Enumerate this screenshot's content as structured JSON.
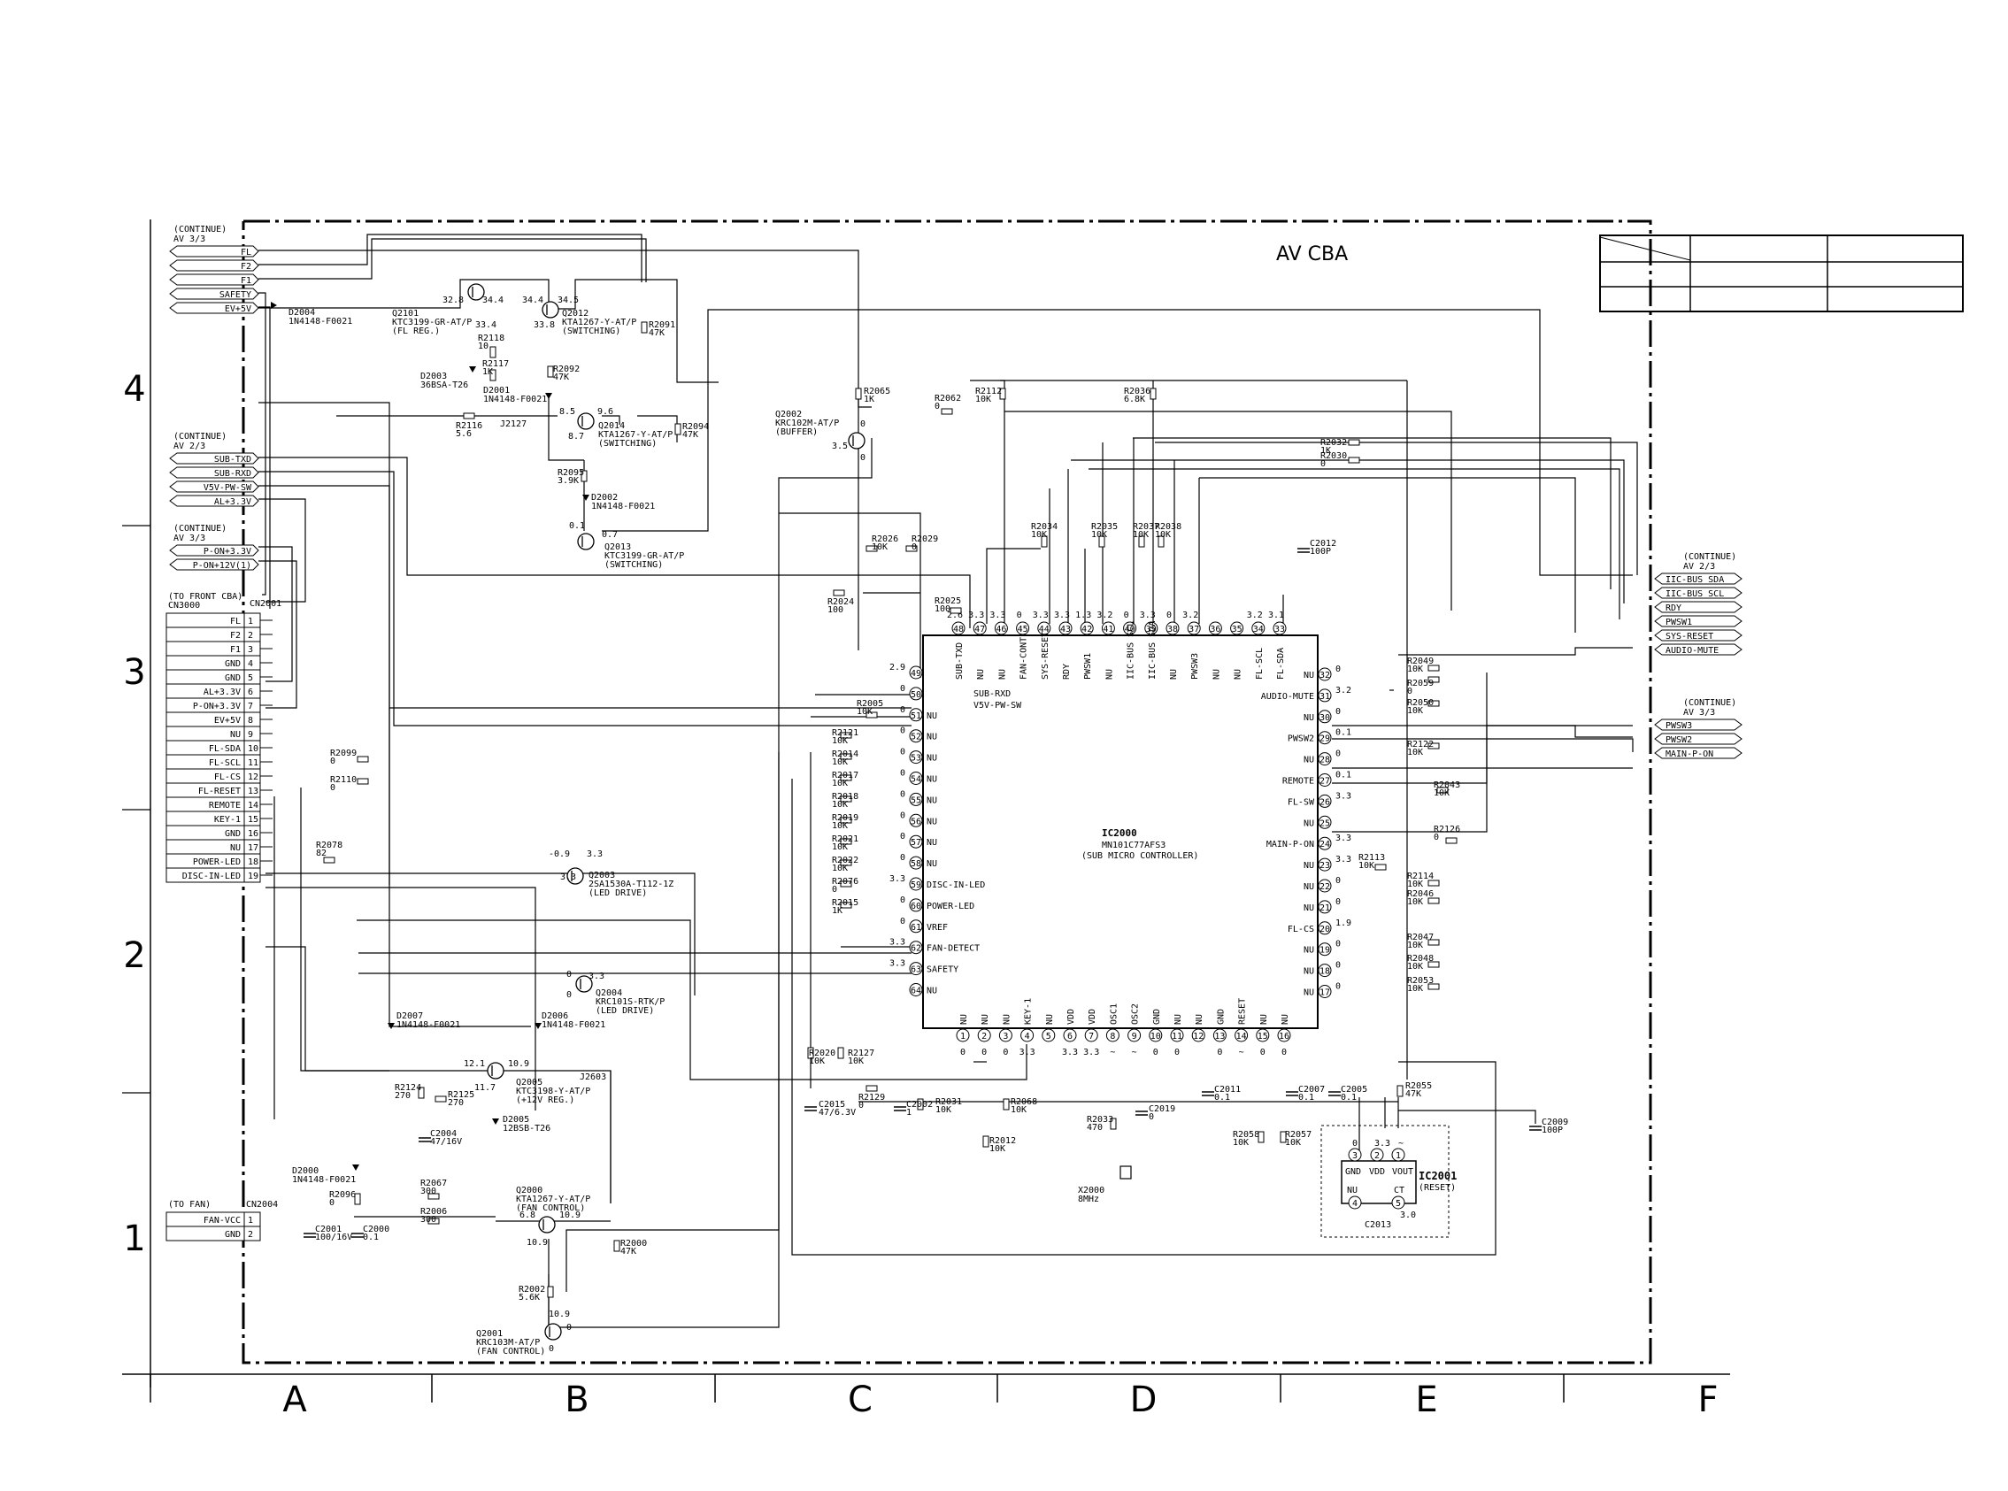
{
  "board_title": "AV CBA",
  "zone_letters": [
    "A",
    "B",
    "C",
    "D",
    "E",
    "F"
  ],
  "zone_numbers": [
    "4",
    "3",
    "2",
    "1"
  ],
  "left_connectors": [
    {
      "heading": [
        "(CONTINUE)",
        "AV 3/3"
      ],
      "signals": [
        "FL",
        "F2",
        "F1",
        "SAFETY",
        "EV+5V"
      ]
    },
    {
      "heading": [
        "(CONTINUE)",
        "AV 2/3"
      ],
      "signals": [
        "SUB-TXD",
        "SUB-RXD",
        "V5V-PW-SW",
        "AL+3.3V"
      ]
    },
    {
      "heading": [
        "(CONTINUE)",
        "AV 3/3"
      ],
      "signals": [
        "P-ON+3.3V",
        "P-ON+12V(1)"
      ]
    }
  ],
  "right_connectors": [
    {
      "heading": [
        "(CONTINUE)",
        "AV 2/3"
      ],
      "signals": [
        "IIC-BUS SDA",
        "IIC-BUS SCL",
        "RDY",
        "PWSW1",
        "SYS-RESET",
        "AUDIO-MUTE"
      ]
    },
    {
      "heading": [
        "(CONTINUE)",
        "AV 3/3"
      ],
      "signals": [
        "PWSW3",
        "PWSW2",
        "MAIN-P-ON"
      ]
    }
  ],
  "front_connector": {
    "heading": [
      "(TO FRONT CBA)",
      "CN3000"
    ],
    "ref": "CN2001",
    "rows": [
      {
        "name": "FL",
        "pin": "1"
      },
      {
        "name": "F2",
        "pin": "2"
      },
      {
        "name": "F1",
        "pin": "3"
      },
      {
        "name": "GND",
        "pin": "4"
      },
      {
        "name": "GND",
        "pin": "5"
      },
      {
        "name": "AL+3.3V",
        "pin": "6"
      },
      {
        "name": "P-ON+3.3V",
        "pin": "7"
      },
      {
        "name": "EV+5V",
        "pin": "8"
      },
      {
        "name": "NU",
        "pin": "9"
      },
      {
        "name": "FL-SDA",
        "pin": "10"
      },
      {
        "name": "FL-SCL",
        "pin": "11"
      },
      {
        "name": "FL-CS",
        "pin": "12"
      },
      {
        "name": "FL-RESET",
        "pin": "13"
      },
      {
        "name": "REMOTE",
        "pin": "14"
      },
      {
        "name": "KEY-1",
        "pin": "15"
      },
      {
        "name": "GND",
        "pin": "16"
      },
      {
        "name": "NU",
        "pin": "17"
      },
      {
        "name": "POWER-LED",
        "pin": "18"
      },
      {
        "name": "DISC-IN-LED",
        "pin": "19"
      }
    ]
  },
  "fan_connector": {
    "heading": "(TO FAN)",
    "ref": "CN2004",
    "rows": [
      {
        "name": "FAN-VCC",
        "pin": "1"
      },
      {
        "name": "GND",
        "pin": "2"
      }
    ]
  },
  "ic2000": {
    "ref": "IC2000",
    "part": "MN101C77AFS3",
    "desc": "(SUB MICRO CONTROLLER)",
    "top_pins": [
      {
        "pin": "48",
        "label": "SUB-TXD",
        "v": "2.6"
      },
      {
        "pin": "47",
        "label": "NU",
        "v": "3.3"
      },
      {
        "pin": "46",
        "label": "NU",
        "v": "3.3"
      },
      {
        "pin": "45",
        "label": "FAN-CONT",
        "v": "0"
      },
      {
        "pin": "44",
        "label": "SYS-RESET",
        "v": "3.3"
      },
      {
        "pin": "43",
        "label": "RDY",
        "v": "3.3"
      },
      {
        "pin": "42",
        "label": "PWSW1",
        "v": "1.3"
      },
      {
        "pin": "41",
        "label": "NU",
        "v": "3.2"
      },
      {
        "pin": "40",
        "label": "IIC-BUS SCL",
        "v": "0"
      },
      {
        "pin": "39",
        "label": "IIC-BUS SDA",
        "v": "3.3"
      },
      {
        "pin": "38",
        "label": "NU",
        "v": "0"
      },
      {
        "pin": "37",
        "label": "PWSW3",
        "v": "3.2"
      },
      {
        "pin": "36",
        "label": "NU",
        "v": ""
      },
      {
        "pin": "35",
        "label": "NU",
        "v": ""
      },
      {
        "pin": "34",
        "label": "FL-SCL",
        "v": "3.2"
      },
      {
        "pin": "33",
        "label": "FL-SDA",
        "v": "3.1"
      }
    ],
    "left_pins": [
      {
        "pin": "49",
        "label": "",
        "v": "2.9"
      },
      {
        "pin": "50",
        "label": "",
        "v": "0"
      },
      {
        "pin": "51",
        "label": "NU",
        "v": "0"
      },
      {
        "pin": "52",
        "label": "NU",
        "v": "0"
      },
      {
        "pin": "53",
        "label": "NU",
        "v": "0"
      },
      {
        "pin": "54",
        "label": "NU",
        "v": "0"
      },
      {
        "pin": "55",
        "label": "NU",
        "v": "0"
      },
      {
        "pin": "56",
        "label": "NU",
        "v": "0"
      },
      {
        "pin": "57",
        "label": "NU",
        "v": "0"
      },
      {
        "pin": "58",
        "label": "NU",
        "v": "0"
      },
      {
        "pin": "59",
        "label": "DISC-IN-LED",
        "v": "3.3"
      },
      {
        "pin": "60",
        "label": "POWER-LED",
        "v": "0"
      },
      {
        "pin": "61",
        "label": "VREF",
        "v": "0"
      },
      {
        "pin": "62",
        "label": "FAN-DETECT",
        "v": "3.3"
      },
      {
        "pin": "63",
        "label": "SAFETY",
        "v": "3.3"
      },
      {
        "pin": "64",
        "label": "NU",
        "v": ""
      }
    ],
    "right_pins": [
      {
        "pin": "32",
        "label": "NU",
        "v": "0"
      },
      {
        "pin": "31",
        "label": "AUDIO-MUTE",
        "v": "3.2"
      },
      {
        "pin": "30",
        "label": "NU",
        "v": "0"
      },
      {
        "pin": "29",
        "label": "PWSW2",
        "v": "0.1"
      },
      {
        "pin": "28",
        "label": "NU",
        "v": "0"
      },
      {
        "pin": "27",
        "label": "REMOTE",
        "v": "0.1"
      },
      {
        "pin": "26",
        "label": "FL-SW",
        "v": "3.3"
      },
      {
        "pin": "25",
        "label": "NU",
        "v": ""
      },
      {
        "pin": "24",
        "label": "MAIN-P-ON",
        "v": "3.3"
      },
      {
        "pin": "23",
        "label": "NU",
        "v": "3.3"
      },
      {
        "pin": "22",
        "label": "NU",
        "v": "0"
      },
      {
        "pin": "21",
        "label": "NU",
        "v": "0"
      },
      {
        "pin": "20",
        "label": "FL-CS",
        "v": "1.9"
      },
      {
        "pin": "19",
        "label": "NU",
        "v": "0"
      },
      {
        "pin": "18",
        "label": "NU",
        "v": "0"
      },
      {
        "pin": "17",
        "label": "NU",
        "v": "0"
      }
    ],
    "bottom_pins": [
      {
        "pin": "1",
        "label": "NU",
        "v": "0"
      },
      {
        "pin": "2",
        "label": "NU",
        "v": "0"
      },
      {
        "pin": "3",
        "label": "NU",
        "v": "0"
      },
      {
        "pin": "4",
        "label": "KEY-1",
        "v": "3.3"
      },
      {
        "pin": "5",
        "label": "NU",
        "v": ""
      },
      {
        "pin": "6",
        "label": "VDD",
        "v": "3.3"
      },
      {
        "pin": "7",
        "label": "VDD",
        "v": "3.3"
      },
      {
        "pin": "8",
        "label": "OSC1",
        "v": "~"
      },
      {
        "pin": "9",
        "label": "OSC2",
        "v": "~"
      },
      {
        "pin": "10",
        "label": "GND",
        "v": "0"
      },
      {
        "pin": "11",
        "label": "NU",
        "v": "0"
      },
      {
        "pin": "12",
        "label": "NU",
        "v": ""
      },
      {
        "pin": "13",
        "label": "GND",
        "v": "0"
      },
      {
        "pin": "14",
        "label": "RESET",
        "v": "~"
      },
      {
        "pin": "15",
        "label": "NU",
        "v": "0"
      },
      {
        "pin": "16",
        "label": "NU",
        "v": "0"
      }
    ],
    "side_nets": [
      "SUB-RXD",
      "V5V-PW-SW"
    ]
  },
  "ic2001": {
    "ref": "IC2001",
    "desc": "(RESET)",
    "pins": [
      "GND",
      "VDD",
      "VOUT",
      "NU",
      "CT"
    ],
    "pin_numbers": [
      "3",
      "2",
      "1",
      "4",
      "5"
    ],
    "volts": [
      "0",
      "3.3",
      "~",
      "3.0"
    ],
    "cap": "C2013"
  },
  "transistors": [
    {
      "ref": "Q2101",
      "part": "KTC3199-GR-AT/P",
      "note": "(FL REG.)"
    },
    {
      "ref": "Q2012",
      "part": "KTA1267-Y-AT/P",
      "note": "(SWITCHING)"
    },
    {
      "ref": "Q2014",
      "part": "KTA1267-Y-AT/P",
      "note": "(SWITCHING)"
    },
    {
      "ref": "Q2013",
      "part": "KTC3199-GR-AT/P",
      "note": "(SWITCHING)"
    },
    {
      "ref": "Q2002",
      "part": "KRC102M-AT/P",
      "note": "(BUFFER)"
    },
    {
      "ref": "Q2003",
      "part": "2SA1530A-T112-1Z",
      "note": "(LED DRIVE)"
    },
    {
      "ref": "Q2004",
      "part": "KRC101S-RTK/P",
      "note": "(LED DRIVE)"
    },
    {
      "ref": "Q2005",
      "part": "KTC3198-Y-AT/P",
      "note": "(+12V REG.)"
    },
    {
      "ref": "Q2000",
      "part": "KTA1267-Y-AT/P",
      "note": "(FAN CONTROL)"
    },
    {
      "ref": "Q2001",
      "part": "KRC103M-AT/P",
      "note": "(FAN CONTROL)"
    }
  ],
  "diodes": [
    {
      "ref": "D2004",
      "part": "1N4148-F0021"
    },
    {
      "ref": "D2003",
      "part": "36BSA-T26"
    },
    {
      "ref": "D2001",
      "part": "1N4148-F0021"
    },
    {
      "ref": "D2002",
      "part": "1N4148-F0021"
    },
    {
      "ref": "D2007",
      "part": "1N4148-F0021"
    },
    {
      "ref": "D2006",
      "part": "1N4148-F0021"
    },
    {
      "ref": "D2005",
      "part": "12BSB-T26"
    },
    {
      "ref": "D2000",
      "part": "1N4148-F0021"
    }
  ],
  "resistors": [
    {
      "ref": "R2118",
      "value": "10"
    },
    {
      "ref": "R2117",
      "value": "1K"
    },
    {
      "ref": "R2091",
      "value": "47K"
    },
    {
      "ref": "R2092",
      "value": "47K"
    },
    {
      "ref": "R2116",
      "value": "5.6"
    },
    {
      "ref": "R2094",
      "value": "47K"
    },
    {
      "ref": "R2095",
      "value": "3.9K"
    },
    {
      "ref": "R2065",
      "value": "1K"
    },
    {
      "ref": "R2062",
      "value": "0"
    },
    {
      "ref": "R2112",
      "value": "10K"
    },
    {
      "ref": "R2036",
      "value": "6.8K"
    },
    {
      "ref": "R2032",
      "value": "1K"
    },
    {
      "ref": "R2030",
      "value": "0"
    },
    {
      "ref": "R2026",
      "value": "10K"
    },
    {
      "ref": "R2029",
      "value": "0"
    },
    {
      "ref": "R2034",
      "value": "10K"
    },
    {
      "ref": "R2035",
      "value": "10K"
    },
    {
      "ref": "R2037",
      "value": "10K"
    },
    {
      "ref": "R2038",
      "value": "10K"
    },
    {
      "ref": "R2024",
      "value": "100"
    },
    {
      "ref": "R2025",
      "value": "100"
    },
    {
      "ref": "R2005",
      "value": "10K"
    },
    {
      "ref": "R2121",
      "value": "10K"
    },
    {
      "ref": "R2014",
      "value": "10K"
    },
    {
      "ref": "R2017",
      "value": "10K"
    },
    {
      "ref": "R2018",
      "value": "10K"
    },
    {
      "ref": "R2019",
      "value": "10K"
    },
    {
      "ref": "R2021",
      "value": "10K"
    },
    {
      "ref": "R2022",
      "value": "10K"
    },
    {
      "ref": "R2076",
      "value": "0"
    },
    {
      "ref": "R2015",
      "value": "1K"
    },
    {
      "ref": "R2099",
      "value": "0"
    },
    {
      "ref": "R2110",
      "value": "0"
    },
    {
      "ref": "R2078",
      "value": "82"
    },
    {
      "ref": "R2049",
      "value": "10K"
    },
    {
      "ref": "R2059",
      "value": "0"
    },
    {
      "ref": "R2050",
      "value": "10K"
    },
    {
      "ref": "R2122",
      "value": "10K"
    },
    {
      "ref": "R2043",
      "value": "10K"
    },
    {
      "ref": "R2126",
      "value": "0"
    },
    {
      "ref": "R2113",
      "value": "10K"
    },
    {
      "ref": "R2114",
      "value": "10K"
    },
    {
      "ref": "R2046",
      "value": "10K"
    },
    {
      "ref": "R2047",
      "value": "10K"
    },
    {
      "ref": "R2048",
      "value": "10K"
    },
    {
      "ref": "R2053",
      "value": "10K"
    },
    {
      "ref": "R2020",
      "value": "10K"
    },
    {
      "ref": "R2127",
      "value": "10K"
    },
    {
      "ref": "R2129",
      "value": "0"
    },
    {
      "ref": "R2031",
      "value": "10K"
    },
    {
      "ref": "R2068",
      "value": "10K"
    },
    {
      "ref": "R2012",
      "value": "10K"
    },
    {
      "ref": "R2033",
      "value": "470"
    },
    {
      "ref": "R2058",
      "value": "10K"
    },
    {
      "ref": "R2057",
      "value": "10K"
    },
    {
      "ref": "R2055",
      "value": "47K"
    },
    {
      "ref": "R2124",
      "value": "270"
    },
    {
      "ref": "R2125",
      "value": "270"
    },
    {
      "ref": "R2096",
      "value": "0"
    },
    {
      "ref": "R2067",
      "value": "300"
    },
    {
      "ref": "R2006",
      "value": "300"
    },
    {
      "ref": "R2000",
      "value": "47K"
    },
    {
      "ref": "R2002",
      "value": "5.6K"
    }
  ],
  "capacitors": [
    {
      "ref": "C2012",
      "value": "100P"
    },
    {
      "ref": "C2015",
      "value": "47/6.3V"
    },
    {
      "ref": "C2002",
      "value": "1"
    },
    {
      "ref": "C2019",
      "value": "0"
    },
    {
      "ref": "C2011",
      "value": "0.1"
    },
    {
      "ref": "C2007",
      "value": "0.1"
    },
    {
      "ref": "C2005",
      "value": "0.1"
    },
    {
      "ref": "C2009",
      "value": "100P"
    },
    {
      "ref": "C2004",
      "value": "47/16V"
    },
    {
      "ref": "C2001",
      "value": "100/16V"
    },
    {
      "ref": "C2000",
      "value": "0.1"
    }
  ],
  "crystal": {
    "ref": "X2000",
    "value": "8MHz"
  },
  "jumpers": [
    "J2127",
    "J2603"
  ],
  "voltages": {
    "q2101_c": "32.8",
    "q2101_e": "34.4",
    "q2101_b": "33.4",
    "q2012_c": "34.4",
    "q2012_e": "34.5",
    "q2012_b": "33.8",
    "q2014_e": "8.5",
    "q2014_c": "9.6",
    "q2014_b": "8.7",
    "q2013_b": "0.1",
    "q2013_c": "0.7",
    "q2002_c": "0",
    "q2002_b": "3.5",
    "q2002_e": "0",
    "q2003_b": "-0.9",
    "q2003_e": "3.3",
    "q2003_c": "3.3",
    "q2004_b": "0",
    "q2004_c": "3.3",
    "q2004_e": "0",
    "q2005_c": "12.1",
    "q2005_e": "10.9",
    "q2005_b": "11.7",
    "q2000_e": "6.8",
    "q2000_c": "10.9",
    "q2000_b": "10.9",
    "q2001_c": "10.9",
    "q2001_b": "0",
    "q2001_e": "0"
  }
}
